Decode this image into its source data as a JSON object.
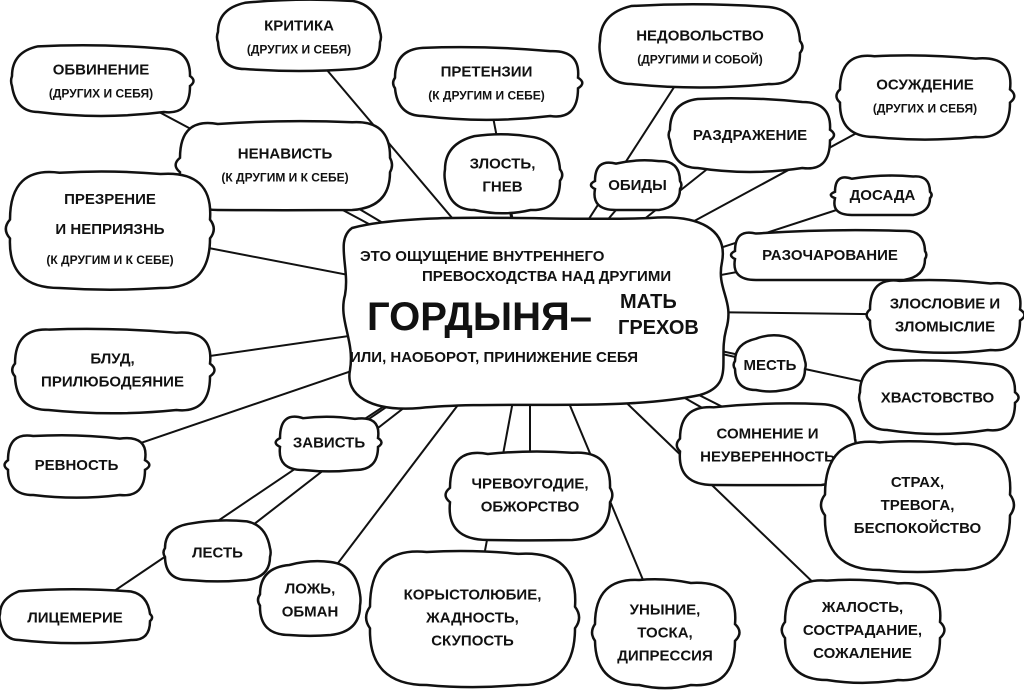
{
  "center": {
    "line1": "ЭТО  ОЩУЩЕНИЕ  ВНУТРЕННЕГО",
    "line2": "ПРЕВОСХОДСТВА НАД ДРУГИМИ",
    "title": "ГОРДЫНЯ–",
    "subtitle1": "МАТЬ",
    "subtitle2": "ГРЕХОВ",
    "line3": "ИЛИ, НАОБОРОТ, ПРИНИЖЕНИЕ СЕБЯ"
  },
  "nodes": [
    {
      "id": "obvinenie",
      "lines": [
        "ОБВИНЕНИЕ"
      ],
      "sub": [
        "(ДРУГИХ И СЕБЯ)"
      ]
    },
    {
      "id": "kritika",
      "lines": [
        "КРИТИКА"
      ],
      "sub": [
        "(ДРУГИХ И СЕБЯ)"
      ]
    },
    {
      "id": "pretenzii",
      "lines": [
        "ПРЕТЕНЗИИ"
      ],
      "sub": [
        "(К ДРУГИМ И СЕБЕ)"
      ]
    },
    {
      "id": "nedovolstvo",
      "lines": [
        "НЕДОВОЛЬСТВО"
      ],
      "sub": [
        "(ДРУГИМИ И СОБОЙ)"
      ]
    },
    {
      "id": "osuzhdenie",
      "lines": [
        "ОСУЖДЕНИЕ"
      ],
      "sub": [
        "(ДРУГИХ И СЕБЯ)"
      ]
    },
    {
      "id": "nenavist",
      "lines": [
        "НЕНАВИСТЬ"
      ],
      "sub": [
        "(К ДРУГИМ И К СЕБЕ)"
      ]
    },
    {
      "id": "zlost",
      "lines": [
        "ЗЛОСТЬ,",
        "ГНЕВ"
      ],
      "sub": []
    },
    {
      "id": "razdrazhenie",
      "lines": [
        "РАЗДРАЖЕНИЕ"
      ],
      "sub": []
    },
    {
      "id": "obidy",
      "lines": [
        "ОБИДЫ"
      ],
      "sub": []
    },
    {
      "id": "dosada",
      "lines": [
        "ДОСАДА"
      ],
      "sub": []
    },
    {
      "id": "prezrenie",
      "lines": [
        "ПРЕЗРЕНИЕ",
        "И НЕПРИЯЗНЬ"
      ],
      "sub": [
        "(К ДРУГИМ И К СЕБЕ)"
      ]
    },
    {
      "id": "razocharovanie",
      "lines": [
        "РАЗОЧАРОВАНИЕ"
      ],
      "sub": []
    },
    {
      "id": "zloslovie",
      "lines": [
        "ЗЛОСЛОВИЕ И",
        "ЗЛОМЫСЛИЕ"
      ],
      "sub": []
    },
    {
      "id": "blud",
      "lines": [
        "БЛУД,",
        "ПРИЛЮБОДЕЯНИЕ"
      ],
      "sub": []
    },
    {
      "id": "mest",
      "lines": [
        "МЕСТЬ"
      ],
      "sub": []
    },
    {
      "id": "hvastovstvo",
      "lines": [
        "ХВАСТОВСТВО"
      ],
      "sub": []
    },
    {
      "id": "zavist",
      "lines": [
        "ЗАВИСТЬ"
      ],
      "sub": []
    },
    {
      "id": "revnost",
      "lines": [
        "РЕВНОСТЬ"
      ],
      "sub": []
    },
    {
      "id": "somnenie",
      "lines": [
        "СОМНЕНИЕ И",
        "НЕУВЕРЕННОСТЬ"
      ],
      "sub": []
    },
    {
      "id": "strah",
      "lines": [
        "СТРАХ,",
        "ТРЕВОГА,",
        "БЕСПОКОЙСТВО"
      ],
      "sub": []
    },
    {
      "id": "chrevougodie",
      "lines": [
        "ЧРЕВОУГОДИЕ,",
        "ОБЖОРСТВО"
      ],
      "sub": []
    },
    {
      "id": "lest",
      "lines": [
        "ЛЕСТЬ"
      ],
      "sub": []
    },
    {
      "id": "lozh",
      "lines": [
        "ЛОЖЬ,",
        "ОБМАН"
      ],
      "sub": []
    },
    {
      "id": "korystolyubie",
      "lines": [
        "КОРЫСТОЛЮБИЕ,",
        "ЖАДНОСТЬ,",
        "СКУПОСТЬ"
      ],
      "sub": []
    },
    {
      "id": "licemerie",
      "lines": [
        "ЛИЦЕМЕРИЕ"
      ],
      "sub": []
    },
    {
      "id": "unynie",
      "lines": [
        "УНЫНИЕ,",
        "ТОСКА,",
        "ДИПРЕССИЯ"
      ],
      "sub": []
    },
    {
      "id": "zhalost",
      "lines": [
        "ЖАЛОСТЬ,",
        "СОСТРАДАНИЕ,",
        "СОЖАЛЕНИЕ"
      ],
      "sub": []
    }
  ]
}
